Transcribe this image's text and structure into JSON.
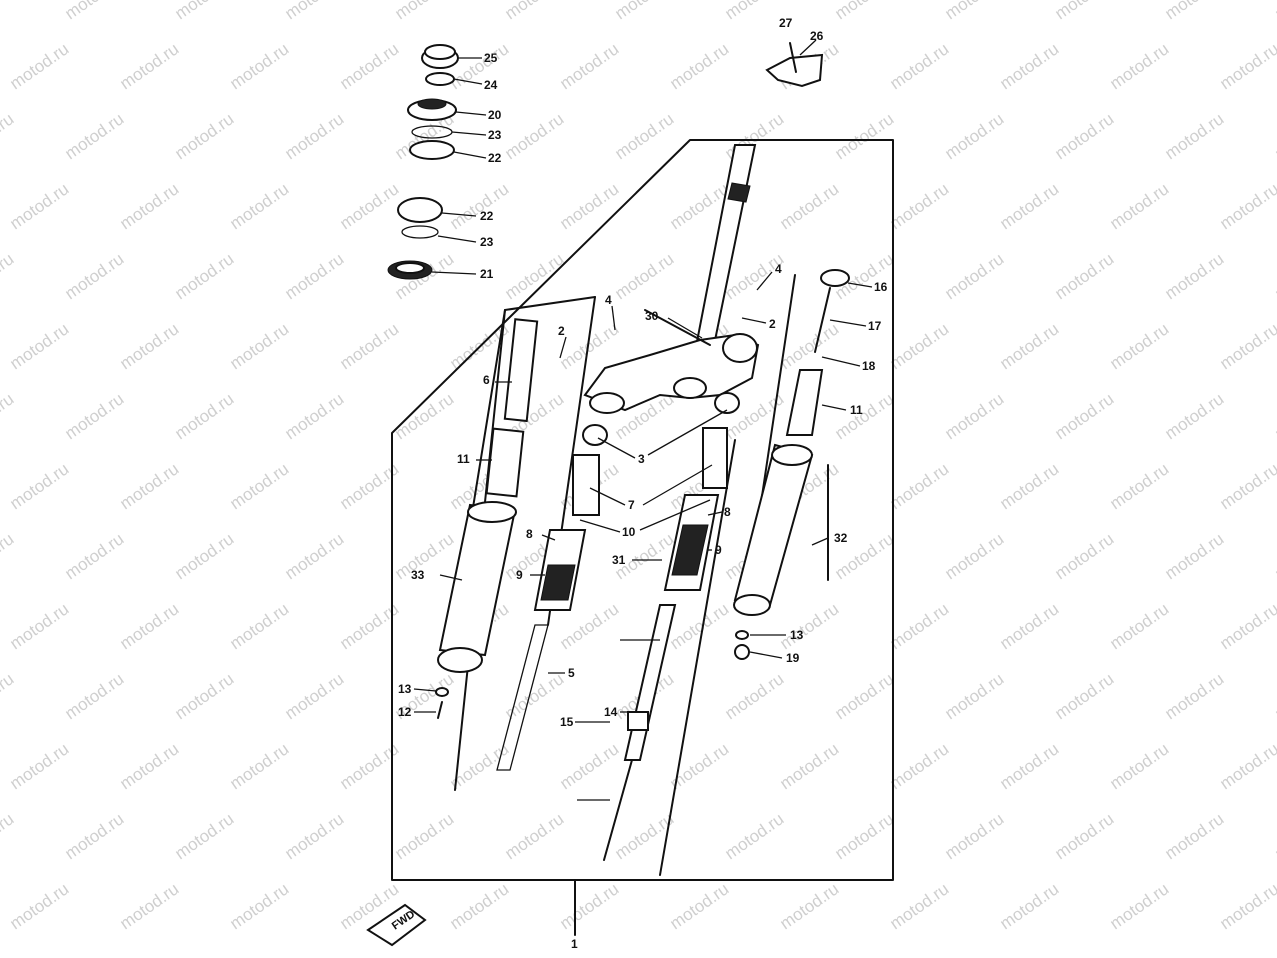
{
  "watermark": "motod.ru",
  "fwd_text": "FWD",
  "callouts": {
    "c1": "1",
    "c2a": "2",
    "c2b": "2",
    "c3": "3",
    "c4a": "4",
    "c4b": "4",
    "c5": "5",
    "c6": "6",
    "c7": "7",
    "c8a": "8",
    "c8b": "8",
    "c9a": "9",
    "c9b": "9",
    "c10": "10",
    "c11a": "11",
    "c11b": "11",
    "c12": "12",
    "c13a": "13",
    "c13b": "13",
    "c14": "14",
    "c15": "15",
    "c16": "16",
    "c17": "17",
    "c18": "18",
    "c19": "19",
    "c20": "20",
    "c21": "21",
    "c22a": "22",
    "c22b": "22",
    "c23a": "23",
    "c23b": "23",
    "c24": "24",
    "c25": "25",
    "c26": "26",
    "c27": "27",
    "c30": "30",
    "c31": "31",
    "c32": "32",
    "c33": "33"
  }
}
